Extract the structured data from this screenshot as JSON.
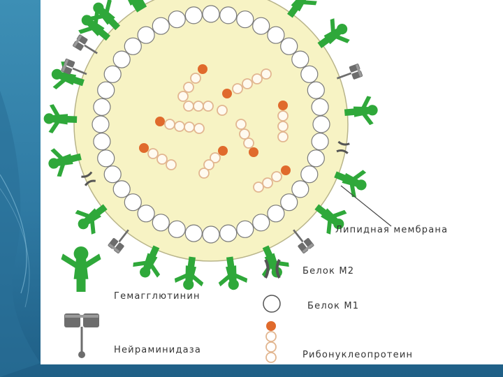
{
  "labels": {
    "membrane": "Липидная мембрана",
    "hemagglutinin": "Гемагглютинин",
    "neuraminidase": "Нейраминидаза",
    "protein_m2": "Белок М2",
    "protein_m1": "Белок М1",
    "ribonucleoprotein": "Рибонуклеопротеин"
  },
  "colors": {
    "hemagglutinin": "#2fa83a",
    "interior": "#f7f3c4",
    "ribonucleoprotein_head": "#e06a2c",
    "ribonucleoprotein_bead": "#e2b690",
    "neuraminidase": "#6d6d6d",
    "background": "#2f7aa3"
  },
  "icons": [
    "hemagglutinin-icon",
    "neuraminidase-icon",
    "m2-channel-icon",
    "m1-bead-icon",
    "rnp-chain-icon"
  ]
}
